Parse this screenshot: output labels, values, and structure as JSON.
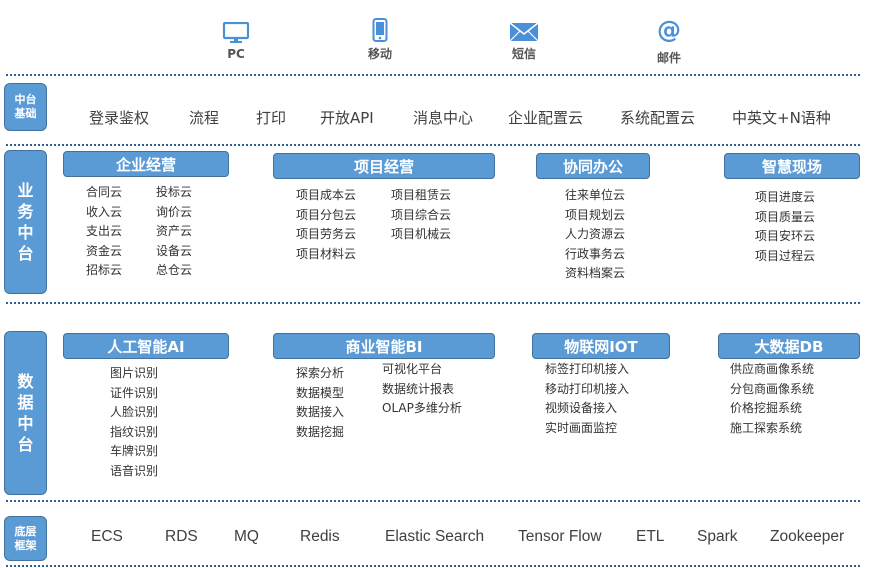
{
  "channels": [
    {
      "icon": "pc-monitor-icon",
      "label": "PC"
    },
    {
      "icon": "mobile-phone-icon",
      "label": "移动"
    },
    {
      "icon": "envelope-icon",
      "label": "短信"
    },
    {
      "icon": "at-sign-icon",
      "label": "邮件",
      "glyph": "@"
    }
  ],
  "middle_foundation": {
    "label": "中台 基础",
    "items": [
      "登录鉴权",
      "流程",
      "打印",
      "开放API",
      "消息中心",
      "企业配置云",
      "系统配置云",
      "中英文+N语种"
    ]
  },
  "business": {
    "label": "业务中台",
    "sections": [
      {
        "title": "企业经营",
        "columns": [
          [
            "合同云",
            "收入云",
            "支出云",
            "资金云",
            "招标云"
          ],
          [
            "投标云",
            "询价云",
            "资产云",
            "设备云",
            "总仓云"
          ]
        ]
      },
      {
        "title": "项目经营",
        "columns": [
          [
            "项目成本云",
            "项目分包云",
            "项目劳务云",
            "项目材料云"
          ],
          [
            "项目租赁云",
            "项目综合云",
            "项目机械云"
          ]
        ]
      },
      {
        "title": "协同办公",
        "columns": [
          [
            "往来单位云",
            "项目规划云",
            "人力资源云",
            "行政事务云",
            "资料档案云"
          ]
        ]
      },
      {
        "title": "智慧现场",
        "columns": [
          [
            "项目进度云",
            "项目质量云",
            "项目安环云",
            "项目过程云"
          ]
        ]
      }
    ]
  },
  "data": {
    "label": "数据中台",
    "sections": [
      {
        "title": "人工智能AI",
        "columns": [
          [
            "图片识别",
            "证件识别",
            "人脸识别",
            "指纹识别",
            "车牌识别",
            "语音识别"
          ]
        ]
      },
      {
        "title": "商业智能BI",
        "columns": [
          [
            "探索分析",
            "数据模型",
            "数据接入",
            "数据挖掘"
          ],
          [
            "可视化平台",
            "数据统计报表",
            "OLAP多维分析"
          ]
        ]
      },
      {
        "title": "物联网IOT",
        "columns": [
          [
            "标签打印机接入",
            "移动打印机接入",
            "视频设备接入",
            "实时画面监控"
          ]
        ]
      },
      {
        "title": "大数据DB",
        "columns": [
          [
            "供应商画像系统",
            "分包商画像系统",
            "价格挖掘系统",
            "施工探索系统"
          ]
        ]
      }
    ]
  },
  "base_framework": {
    "label": "底层 框架",
    "items": [
      "ECS",
      "RDS",
      "MQ",
      "Redis",
      "Elastic Search",
      "Tensor Flow",
      "ETL",
      "Spark",
      "Zookeeper"
    ]
  },
  "colors": {
    "accent": "#5b9bd5",
    "border": "#41719c",
    "separator": "#2e5f94",
    "icon": "#4a90d9"
  }
}
